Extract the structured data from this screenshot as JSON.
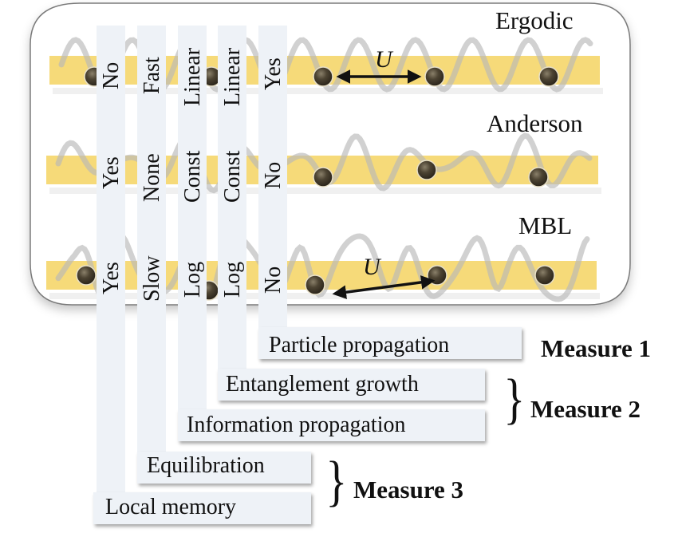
{
  "diagram": {
    "rows": [
      {
        "label": "Ergodic",
        "values": [
          "No",
          "Fast",
          "Linear",
          "Linear",
          "Yes"
        ],
        "interaction_label": "U"
      },
      {
        "label": "Anderson",
        "values": [
          "Yes",
          "None",
          "Const",
          "Const",
          "No"
        ]
      },
      {
        "label": "MBL",
        "values": [
          "Yes",
          "Slow",
          "Log",
          "Log",
          "No"
        ],
        "interaction_label": "U"
      }
    ],
    "columns": [
      {
        "label": "Local memory"
      },
      {
        "label": "Equilibration"
      },
      {
        "label": "Information propagation"
      },
      {
        "label": "Entanglement growth"
      },
      {
        "label": "Particle propagation"
      }
    ],
    "measures": [
      {
        "label": "Measure 1",
        "covers": [
          "Particle propagation"
        ]
      },
      {
        "label": "Measure 2",
        "covers": [
          "Entanglement growth",
          "Information propagation"
        ]
      },
      {
        "label": "Measure 3",
        "covers": [
          "Equilibration",
          "Local memory"
        ]
      }
    ],
    "colors": {
      "band": "#f5d66a",
      "wave": "#b8b8b8",
      "particle": "#4a4232",
      "strip": "#eef2f7",
      "frame": "#777777"
    }
  }
}
